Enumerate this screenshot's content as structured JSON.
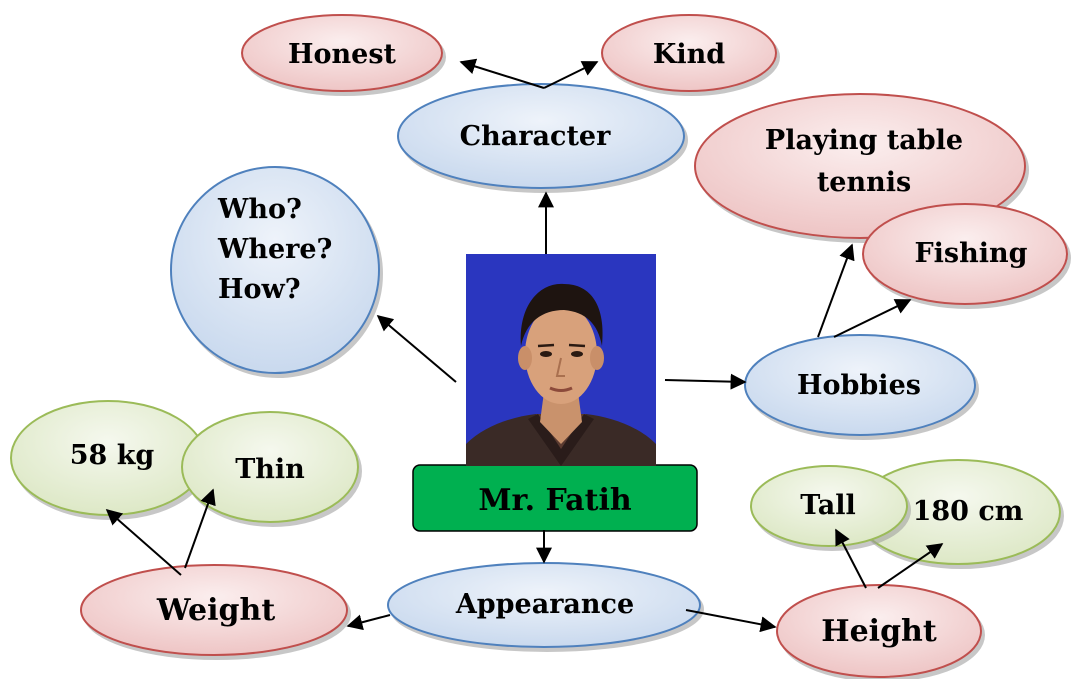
{
  "center": {
    "name": "Mr. Fatih",
    "photo": "person-photo"
  },
  "nodes": {
    "character": "Character",
    "honest": "Honest",
    "kind": "Kind",
    "questions": [
      "Who?",
      "Where?",
      "How?"
    ],
    "hobbies": "Hobbies",
    "playing_table_tennis": [
      "Playing table",
      "tennis"
    ],
    "fishing": "Fishing",
    "appearance": "Appearance",
    "weight": "Weight",
    "kg58": "58 kg",
    "thin": "Thin",
    "height": "Height",
    "tall": "Tall",
    "cm180": "180 cm"
  },
  "colors": {
    "pink_fill": "#f2d2d2",
    "pink_stroke": "#c0504d",
    "blue_fill": "#d5e2f1",
    "blue_stroke": "#4f81bd",
    "green_fill": "#e6eed5",
    "green_stroke": "#9bbb59",
    "name_box_fill": "#00b050",
    "photo_background": "#2431b8"
  }
}
